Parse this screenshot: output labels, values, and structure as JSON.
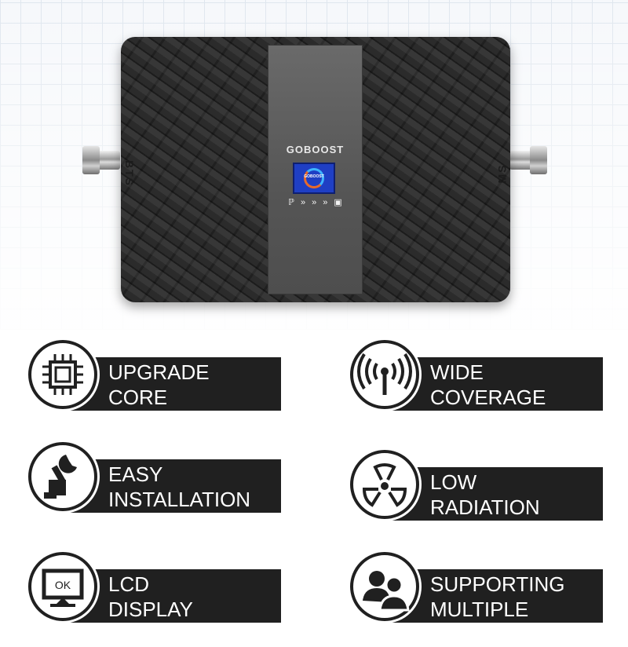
{
  "product": {
    "brand": "GOBOOST",
    "lcd_text": "GOBOOST",
    "port_left": "BTS",
    "port_right": "MS",
    "led_arrows": [
      "»",
      "»",
      "»"
    ]
  },
  "features": [
    {
      "icon": "chip-icon",
      "line1": "UPGRADE",
      "line2": "CORE"
    },
    {
      "icon": "antenna-icon",
      "line1": "WIDE",
      "line2": "COVERAGE"
    },
    {
      "icon": "wrench-hand-icon",
      "line1": "EASY",
      "line2": "INSTALLATION"
    },
    {
      "icon": "radiation-icon",
      "line1": "LOW",
      "line2": "RADIATION"
    },
    {
      "icon": "monitor-ok-icon",
      "line1": "LCD",
      "line2": "DISPLAY",
      "ok": "OK"
    },
    {
      "icon": "users-icon",
      "line1": "SUPPORTING",
      "line2": "MULTIPLE USERS"
    }
  ],
  "colors": {
    "bar": "#202020",
    "device": "#2b2b2b",
    "lcd": "#1f3fc4"
  }
}
